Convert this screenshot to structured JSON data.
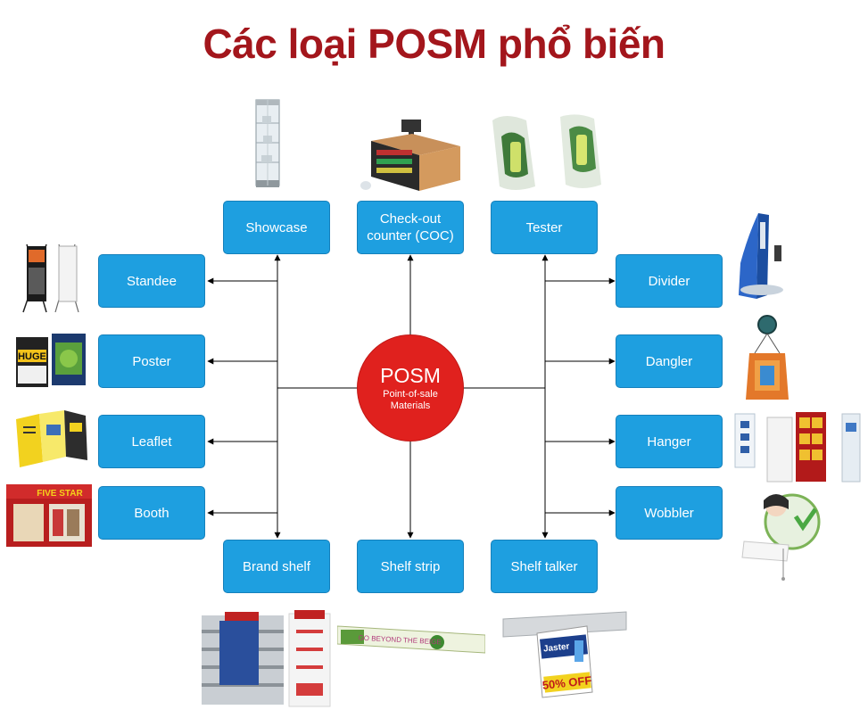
{
  "title": "Các loại POSM phổ biến",
  "center": {
    "label": "POSM",
    "sub_line1": "Point-of-sale",
    "sub_line2": "Materials",
    "color": "#e0211e"
  },
  "node_color": "#1e9fe0",
  "title_color": "#a3161c",
  "nodes": {
    "showcase": "Showcase",
    "coc_line1": "Check-out",
    "coc_line2": "counter (COC)",
    "tester": "Tester",
    "standee": "Standee",
    "poster": "Poster",
    "leaflet": "Leaflet",
    "booth": "Booth",
    "divider": "Divider",
    "dangler": "Dangler",
    "hanger": "Hanger",
    "wobbler": "Wobbler",
    "brand_shelf": "Brand shelf",
    "shelf_strip": "Shelf strip",
    "shelf_talker": "Shelf talker"
  },
  "images": {
    "poster_text1": "HUGE",
    "booth_text": "FIVE STAR",
    "strip_text": "GO BEYOND THE BEIGE",
    "talker_brand": "Jaster",
    "talker_offer": "50% OFF"
  }
}
